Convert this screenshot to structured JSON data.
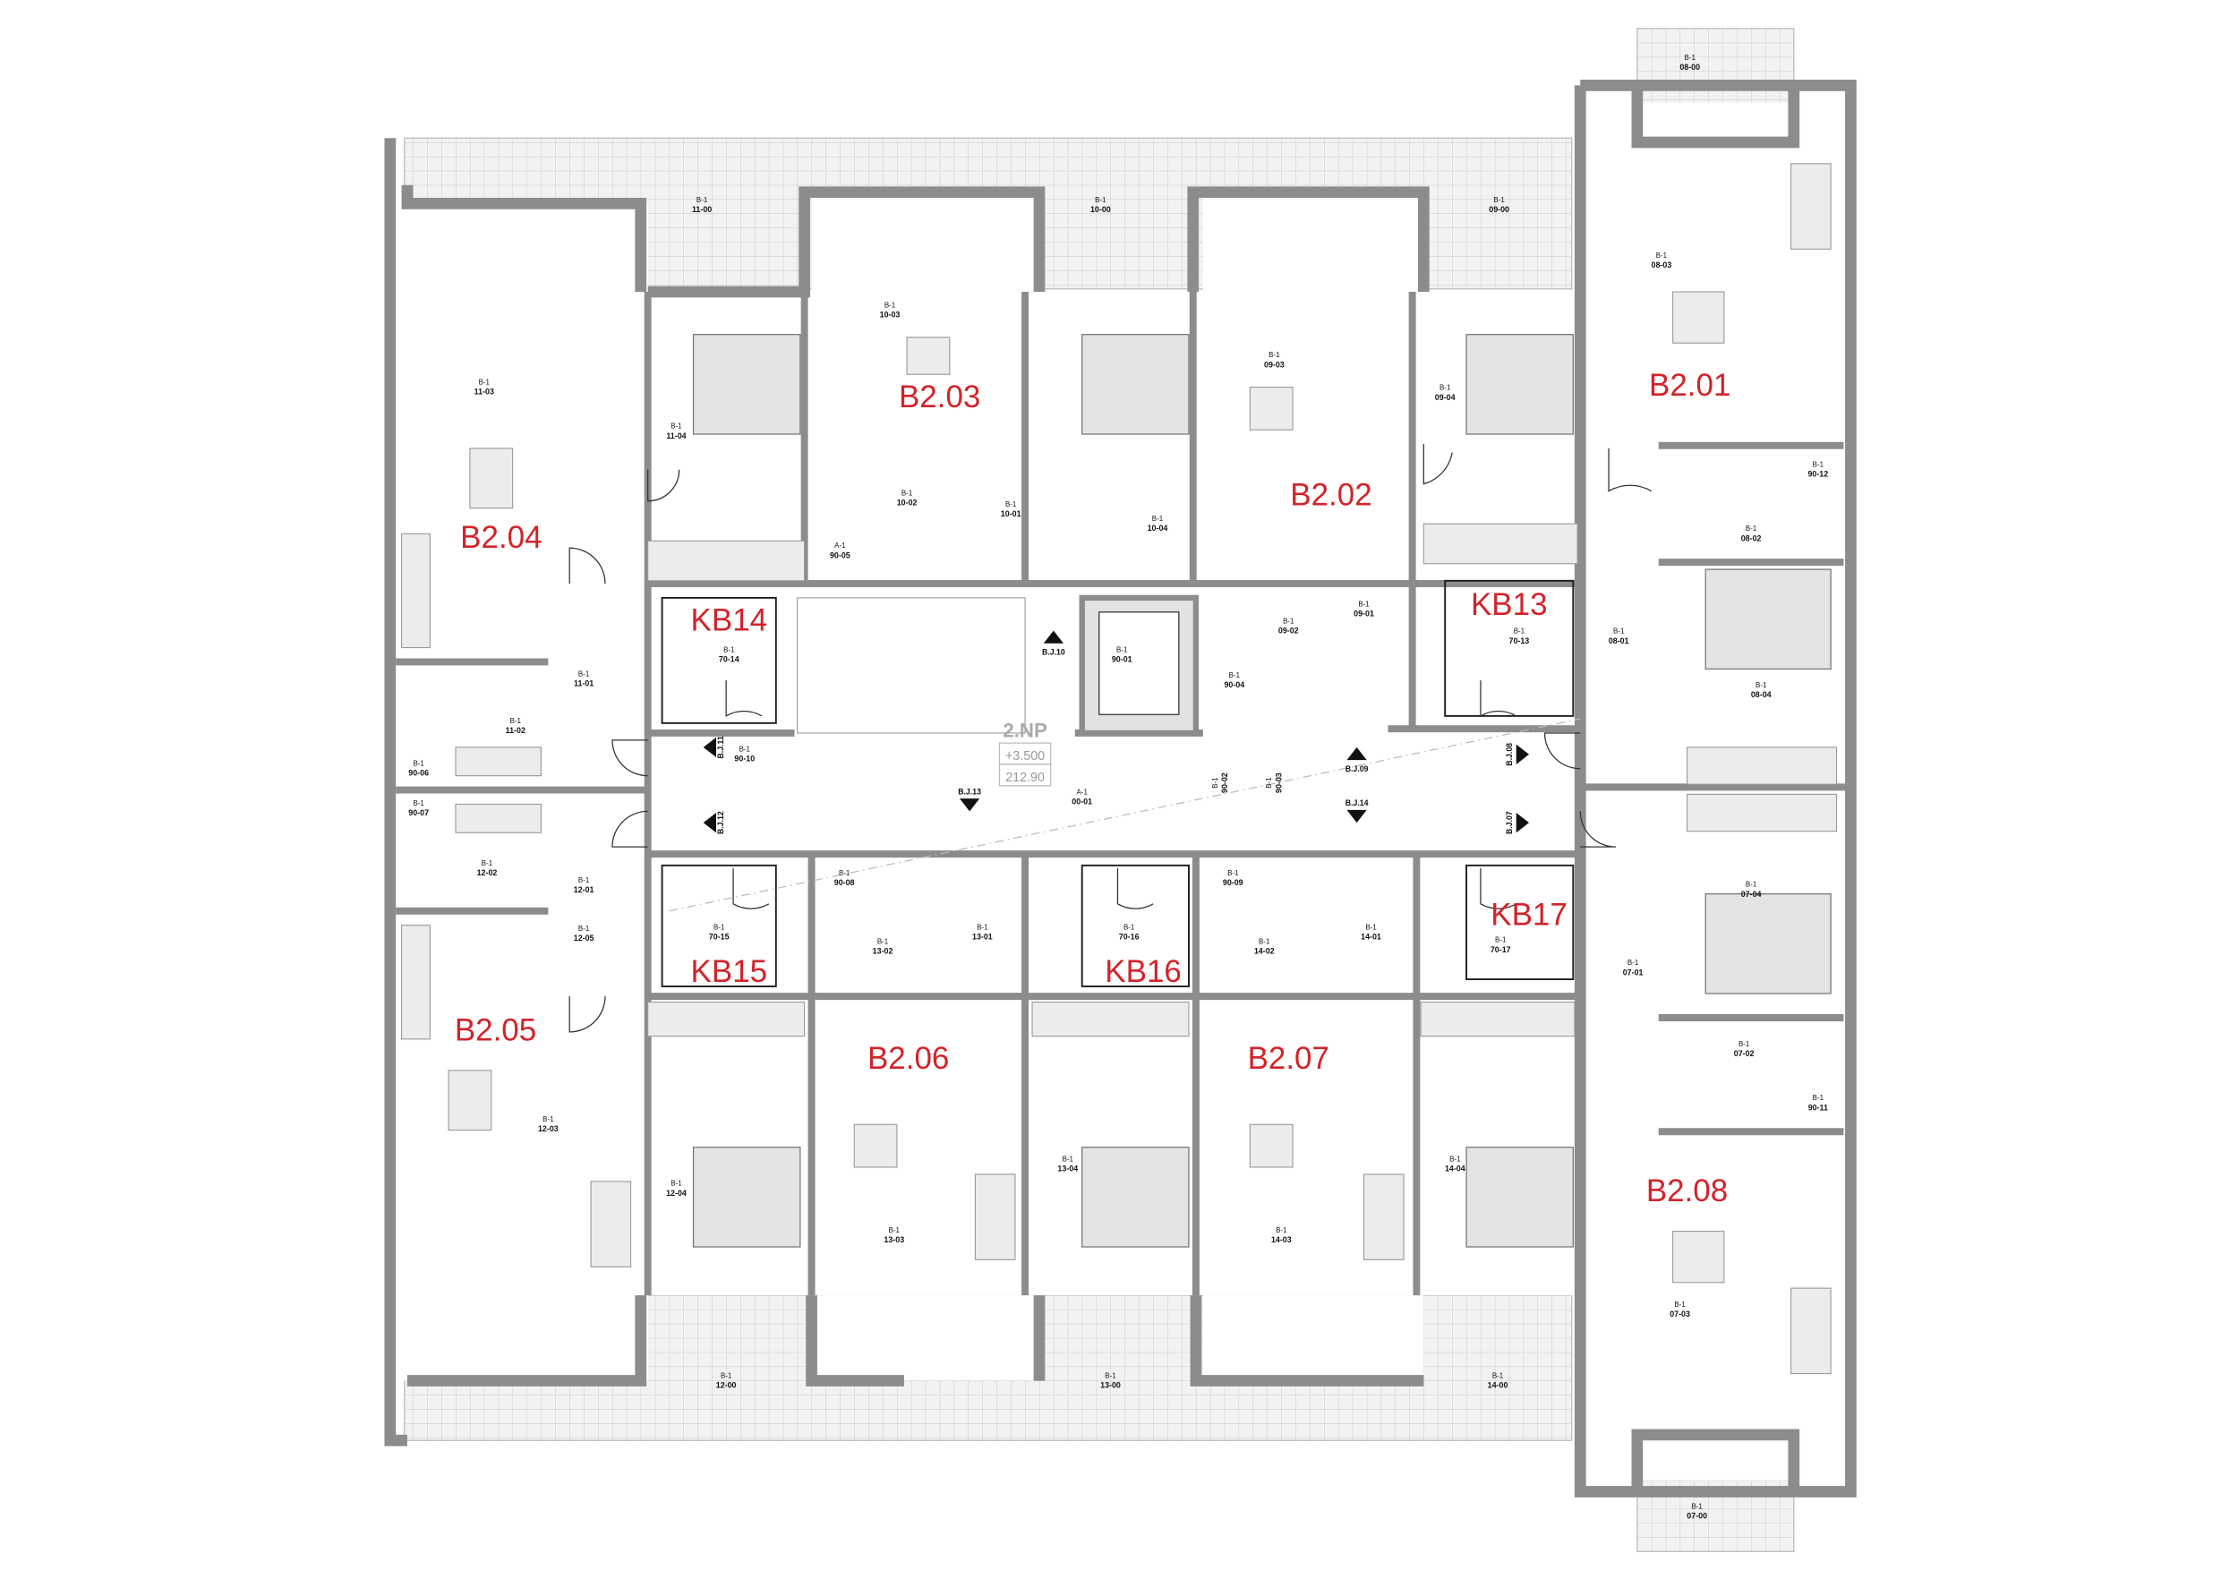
{
  "plan": {
    "level_name": "2.NP",
    "level_elevation": "+3.500",
    "level_absolute": "212.90"
  },
  "units": [
    {
      "label": "B2.04"
    },
    {
      "label": "B2.03"
    },
    {
      "label": "B2.02"
    },
    {
      "label": "B2.01"
    },
    {
      "label": "B2.05"
    },
    {
      "label": "B2.06"
    },
    {
      "label": "B2.07"
    },
    {
      "label": "B2.08"
    }
  ],
  "storage": [
    {
      "label": "KB14"
    },
    {
      "label": "KB13"
    },
    {
      "label": "KB15"
    },
    {
      "label": "KB16"
    },
    {
      "label": "KB17"
    }
  ],
  "rooms": [
    {
      "category": "B-1",
      "code": "11-00"
    },
    {
      "category": "B-1",
      "code": "10-00"
    },
    {
      "category": "B-1",
      "code": "09-00"
    },
    {
      "category": "B-1",
      "code": "08-00"
    },
    {
      "category": "B-1",
      "code": "12-00"
    },
    {
      "category": "B-1",
      "code": "13-00"
    },
    {
      "category": "B-1",
      "code": "14-00"
    },
    {
      "category": "B-1",
      "code": "07-00"
    },
    {
      "category": "B-1",
      "code": "11-03"
    },
    {
      "category": "B-1",
      "code": "11-04"
    },
    {
      "category": "B-1",
      "code": "10-03"
    },
    {
      "category": "B-1",
      "code": "09-03"
    },
    {
      "category": "B-1",
      "code": "09-04"
    },
    {
      "category": "B-1",
      "code": "08-03"
    },
    {
      "category": "B-1",
      "code": "10-02"
    },
    {
      "category": "B-1",
      "code": "10-01"
    },
    {
      "category": "B-1",
      "code": "10-04"
    },
    {
      "category": "A-1",
      "code": "90-05"
    },
    {
      "category": "B-1",
      "code": "70-14"
    },
    {
      "category": "B-1",
      "code": "11-01"
    },
    {
      "category": "B-1",
      "code": "11-02"
    },
    {
      "category": "B-1",
      "code": "90-10"
    },
    {
      "category": "B-1",
      "code": "90-01"
    },
    {
      "category": "B-1",
      "code": "09-02"
    },
    {
      "category": "B-1",
      "code": "90-04"
    },
    {
      "category": "B-1",
      "code": "09-01"
    },
    {
      "category": "B-1",
      "code": "70-13"
    },
    {
      "category": "B-1",
      "code": "08-01"
    },
    {
      "category": "B-1",
      "code": "08-02"
    },
    {
      "category": "B-1",
      "code": "08-04"
    },
    {
      "category": "B-1",
      "code": "90-12"
    },
    {
      "category": "B-1",
      "code": "90-06"
    },
    {
      "category": "B-1",
      "code": "90-07"
    },
    {
      "category": "A-1",
      "code": "00-01"
    },
    {
      "category": "B-1",
      "code": "90-02"
    },
    {
      "category": "B-1",
      "code": "90-03"
    },
    {
      "category": "B-1",
      "code": "12-02"
    },
    {
      "category": "B-1",
      "code": "12-01"
    },
    {
      "category": "B-1",
      "code": "12-05"
    },
    {
      "category": "B-1",
      "code": "70-15"
    },
    {
      "category": "B-1",
      "code": "90-08"
    },
    {
      "category": "B-1",
      "code": "13-02"
    },
    {
      "category": "B-1",
      "code": "13-01"
    },
    {
      "category": "B-1",
      "code": "70-16"
    },
    {
      "category": "B-1",
      "code": "90-09"
    },
    {
      "category": "B-1",
      "code": "14-02"
    },
    {
      "category": "B-1",
      "code": "14-01"
    },
    {
      "category": "B-1",
      "code": "70-17"
    },
    {
      "category": "B-1",
      "code": "07-04"
    },
    {
      "category": "B-1",
      "code": "07-01"
    },
    {
      "category": "B-1",
      "code": "07-02"
    },
    {
      "category": "B-1",
      "code": "90-11"
    },
    {
      "category": "B-1",
      "code": "12-03"
    },
    {
      "category": "B-1",
      "code": "12-04"
    },
    {
      "category": "B-1",
      "code": "13-03"
    },
    {
      "category": "B-1",
      "code": "13-04"
    },
    {
      "category": "B-1",
      "code": "14-03"
    },
    {
      "category": "B-1",
      "code": "14-04"
    },
    {
      "category": "B-1",
      "code": "07-03"
    }
  ],
  "section_markers": [
    {
      "label": "B.J.10",
      "direction": "up"
    },
    {
      "label": "B.J.11",
      "direction": "left"
    },
    {
      "label": "B.J.12",
      "direction": "left"
    },
    {
      "label": "B.J.13",
      "direction": "down"
    },
    {
      "label": "B.J.09",
      "direction": "up"
    },
    {
      "label": "B.J.14",
      "direction": "down"
    },
    {
      "label": "B.J.08",
      "direction": "right"
    },
    {
      "label": "B.J.07",
      "direction": "right"
    }
  ]
}
